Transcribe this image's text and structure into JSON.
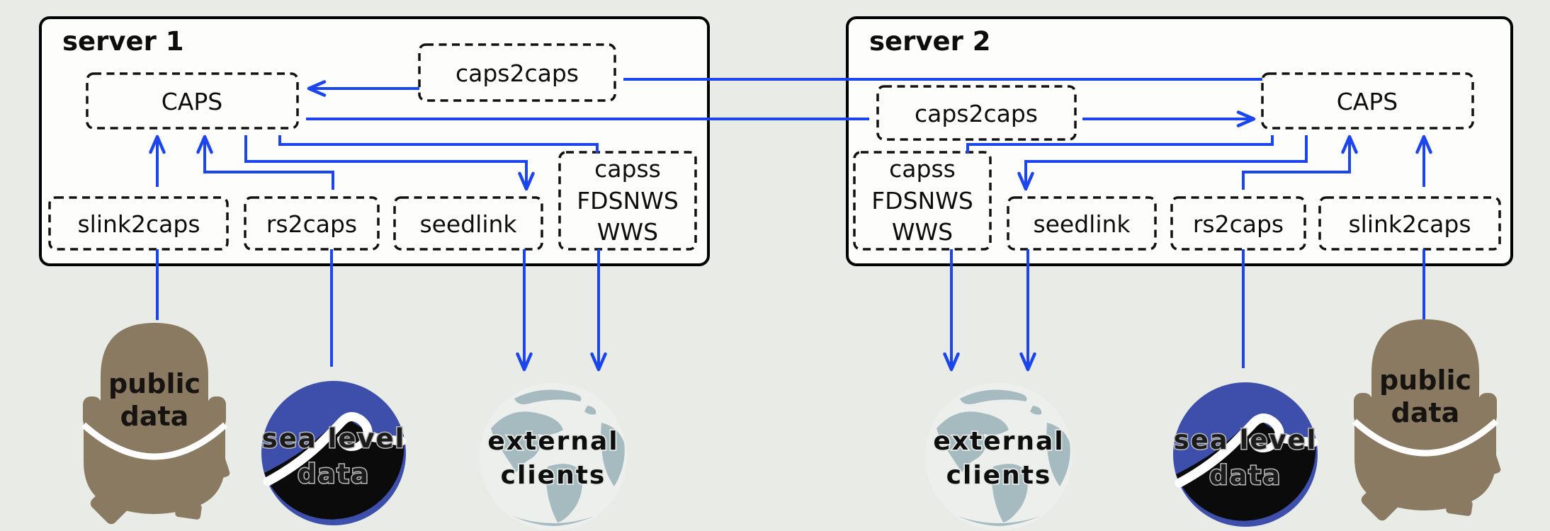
{
  "diagram": {
    "servers": [
      {
        "title": "server 1",
        "nodes": {
          "caps": "CAPS",
          "caps2caps": "caps2caps",
          "slink2caps": "slink2caps",
          "rs2caps": "rs2caps",
          "seedlink": "seedlink",
          "capss": [
            "capss",
            "FDSNWS",
            "WWS"
          ]
        }
      },
      {
        "title": "server 2",
        "nodes": {
          "caps": "CAPS",
          "caps2caps": "caps2caps",
          "slink2caps": "slink2caps",
          "rs2caps": "rs2caps",
          "seedlink": "seedlink",
          "capss": [
            "capss",
            "FDSNWS",
            "WWS"
          ]
        }
      }
    ],
    "endpoints": [
      {
        "id": "public-data-1",
        "lines": [
          "public",
          "data"
        ]
      },
      {
        "id": "sea-level-data-1",
        "lines": [
          "sea level",
          "data"
        ]
      },
      {
        "id": "external-clients-1",
        "lines": [
          "external",
          "clients"
        ]
      },
      {
        "id": "external-clients-2",
        "lines": [
          "external",
          "clients"
        ]
      },
      {
        "id": "sea-level-data-2",
        "lines": [
          "sea level",
          "data"
        ]
      },
      {
        "id": "public-data-2",
        "lines": [
          "public",
          "data"
        ]
      }
    ],
    "colors": {
      "background": "#e9ebe6",
      "server_fill": "#fdfdfb",
      "box_border": "#111111",
      "flow_blue": "#1c45ec",
      "seismometer_brown": "#8a7a62",
      "wave_logo_blue": "#3d4fab",
      "wave_logo_black": "#0b0b0b",
      "globe_land": "#a6bbc0",
      "globe_ocean": "#edefec"
    }
  }
}
